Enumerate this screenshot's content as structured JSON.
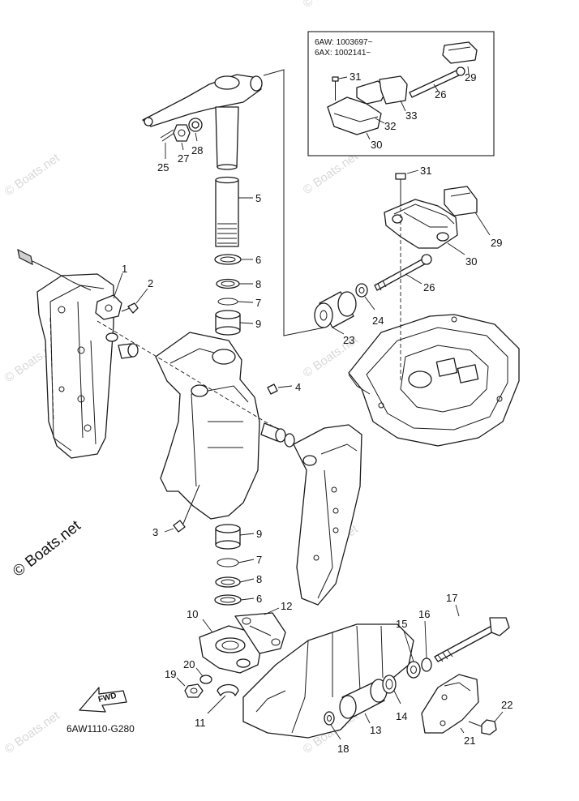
{
  "inset": {
    "serial_lines": [
      "6AW: 1003697~",
      "6AX: 1002141~"
    ],
    "callouts": [
      "31",
      "29",
      "26",
      "32",
      "33",
      "30"
    ]
  },
  "callouts": {
    "c1": "1",
    "c2": "2",
    "c3": "3",
    "c4": "4",
    "c5": "5",
    "c6a": "6",
    "c6b": "6",
    "c7a": "7",
    "c7b": "7",
    "c8a": "8",
    "c8b": "8",
    "c9a": "9",
    "c9b": "9",
    "c10": "10",
    "c11": "11",
    "c12": "12",
    "c13": "13",
    "c14": "14",
    "c15": "15",
    "c16": "16",
    "c17": "17",
    "c18": "18",
    "c19": "19",
    "c20": "20",
    "c21": "21",
    "c22": "22",
    "c23": "23",
    "c24": "24",
    "c25": "25",
    "c26": "26",
    "c27": "27",
    "c28": "28",
    "c29": "29",
    "c30": "30",
    "c31": "31"
  },
  "fwd_label": "FWD",
  "diagram_code": "6AW1110-G280",
  "watermark": "© Boats.net"
}
